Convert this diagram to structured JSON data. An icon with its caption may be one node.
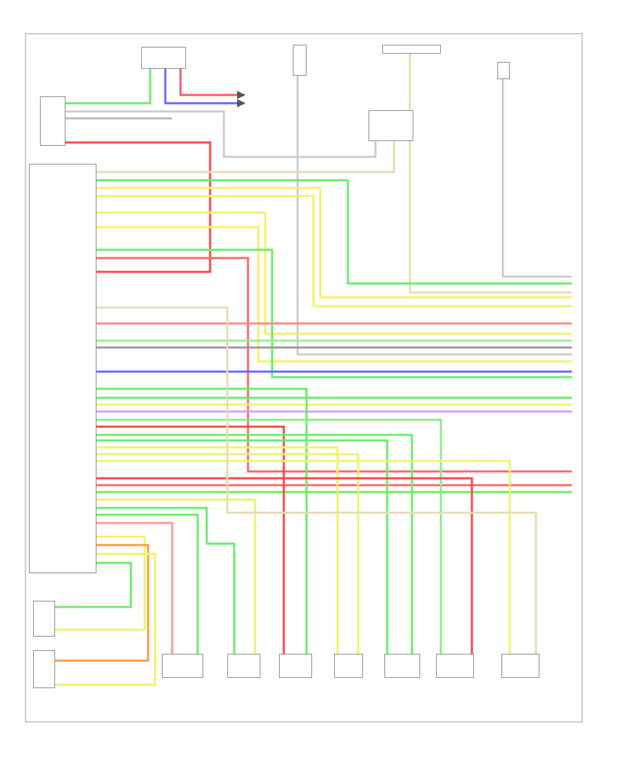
{
  "diagram": {
    "nodes": [
      {
        "text": [],
        "shape": "box"
      },
      {
        "text": [],
        "shape": "box"
      },
      {
        "text": [],
        "shape": "box"
      },
      {
        "text": [],
        "shape": "box"
      },
      {
        "text": [],
        "shape": "box"
      },
      {
        "text": [],
        "shape": "box"
      },
      {
        "text": [],
        "shape": "box"
      },
      {
        "text": [],
        "shape": "box"
      },
      {
        "text": [],
        "shape": "box"
      },
      {
        "text": [],
        "shape": "box"
      },
      {
        "text": [],
        "shape": "box"
      },
      {
        "text": [],
        "shape": "box"
      },
      {
        "text": [],
        "shape": "box"
      },
      {
        "text": [],
        "shape": "box"
      },
      {
        "text": [],
        "shape": "box"
      },
      {
        "text": [],
        "shape": "box"
      }
    ],
    "edges": [
      {
        "from": 1,
        "to": 2,
        "arrow": "none",
        "color": "#66ee66"
      },
      {
        "from": 2,
        "to": null,
        "arrow": "to",
        "color": "#ff5566"
      },
      {
        "from": 2,
        "to": null,
        "arrow": "to",
        "color": "#6666ff"
      },
      {
        "from": 1,
        "to": 0,
        "arrow": "none",
        "color": "#ff4444"
      },
      {
        "from": 1,
        "to": null,
        "arrow": "none",
        "color": "#bbbbbb"
      },
      {
        "from": 1,
        "to": 5,
        "arrow": "none",
        "color": "#cccccc"
      },
      {
        "from": 3,
        "to": null,
        "arrow": "none",
        "color": "#cccccc"
      },
      {
        "from": 4,
        "to": null,
        "arrow": "none",
        "color": "#e6dcb4"
      },
      {
        "from": 0,
        "to": 5,
        "arrow": "none",
        "color": "#e6dcb4"
      },
      {
        "from": 6,
        "to": null,
        "arrow": "none",
        "color": "#cccccc"
      },
      {
        "from": 0,
        "to": null,
        "arrow": "none",
        "color": "#66ee66"
      },
      {
        "from": 0,
        "to": null,
        "arrow": "none",
        "color": "#f2f266"
      },
      {
        "from": 0,
        "to": null,
        "arrow": "none",
        "color": "#f2f266"
      },
      {
        "from": 0,
        "to": null,
        "arrow": "none",
        "color": "#f2f266"
      },
      {
        "from": 0,
        "to": null,
        "arrow": "none",
        "color": "#f2f266"
      },
      {
        "from": 0,
        "to": null,
        "arrow": "none",
        "color": "#66ee66"
      },
      {
        "from": 0,
        "to": null,
        "arrow": "none",
        "color": "#ff6666"
      },
      {
        "from": 0,
        "to": null,
        "arrow": "none",
        "color": "#ff8888"
      },
      {
        "from": 0,
        "to": null,
        "arrow": "none",
        "color": "#99ee99"
      },
      {
        "from": 0,
        "to": null,
        "arrow": "none",
        "color": "#999999"
      },
      {
        "from": 0,
        "to": null,
        "arrow": "none",
        "color": "#6666ff"
      },
      {
        "from": 0,
        "to": null,
        "arrow": "none",
        "color": "#66ee66"
      },
      {
        "from": 0,
        "to": null,
        "arrow": "none",
        "color": "#f2f266"
      },
      {
        "from": 0,
        "to": null,
        "arrow": "none",
        "color": "#e699ee"
      },
      {
        "from": 0,
        "to": null,
        "arrow": "none",
        "color": "#ff6666"
      },
      {
        "from": 0,
        "to": null,
        "arrow": "none",
        "color": "#66ee66"
      },
      {
        "from": 0,
        "to": 9,
        "arrow": "none",
        "color": "#ff9999"
      },
      {
        "from": 0,
        "to": 9,
        "arrow": "none",
        "color": "#66ee66"
      },
      {
        "from": 0,
        "to": 10,
        "arrow": "none",
        "color": "#66ee66"
      },
      {
        "from": 0,
        "to": 10,
        "arrow": "none",
        "color": "#f2f266"
      },
      {
        "from": 0,
        "to": 11,
        "arrow": "none",
        "color": "#ff4444"
      },
      {
        "from": 0,
        "to": 11,
        "arrow": "none",
        "color": "#66ee66"
      },
      {
        "from": 0,
        "to": 12,
        "arrow": "none",
        "color": "#f2f266"
      },
      {
        "from": 0,
        "to": 12,
        "arrow": "none",
        "color": "#f2f266"
      },
      {
        "from": 0,
        "to": 13,
        "arrow": "none",
        "color": "#66ee66"
      },
      {
        "from": 0,
        "to": 13,
        "arrow": "none",
        "color": "#66ee66"
      },
      {
        "from": 0,
        "to": 14,
        "arrow": "none",
        "color": "#88ee88"
      },
      {
        "from": 0,
        "to": 14,
        "arrow": "none",
        "color": "#ff4444"
      },
      {
        "from": 0,
        "to": 15,
        "arrow": "none",
        "color": "#f2f266"
      },
      {
        "from": 0,
        "to": 15,
        "arrow": "none",
        "color": "#e6dcb4"
      },
      {
        "from": 0,
        "to": 7,
        "arrow": "none",
        "color": "#66ee66"
      },
      {
        "from": 0,
        "to": 7,
        "arrow": "none",
        "color": "#f2f266"
      },
      {
        "from": 0,
        "to": 8,
        "arrow": "none",
        "color": "#ff9944"
      },
      {
        "from": 0,
        "to": 8,
        "arrow": "none",
        "color": "#f2f266"
      }
    ]
  }
}
